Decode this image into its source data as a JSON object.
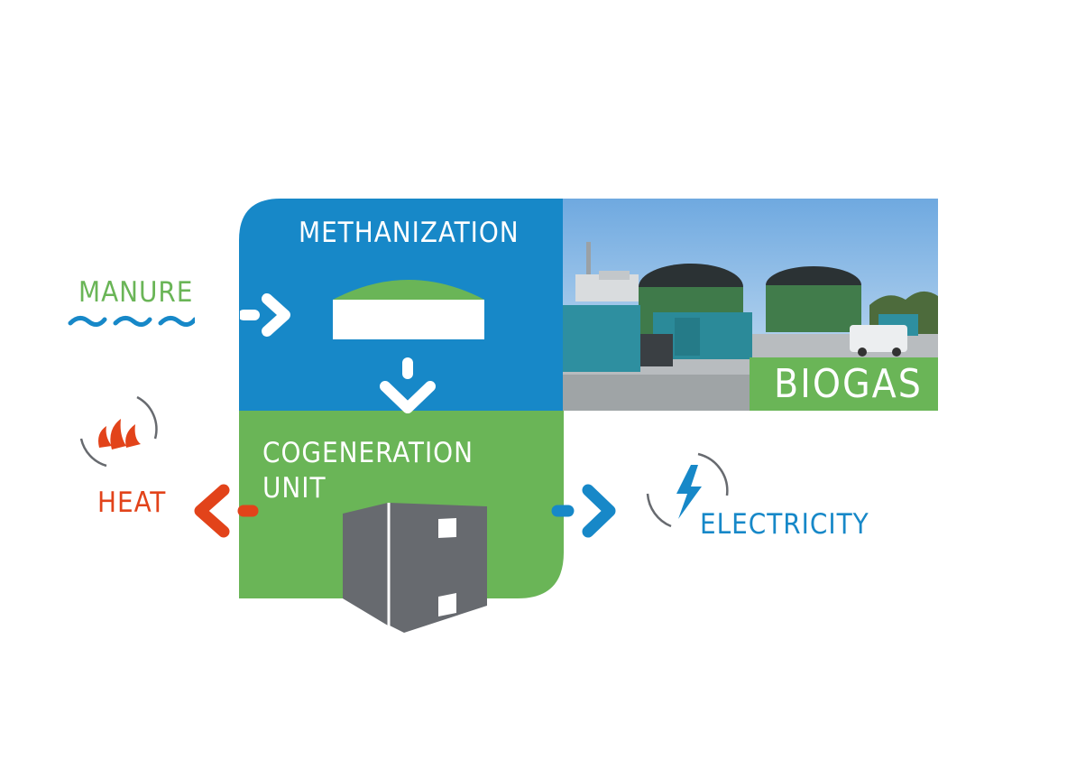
{
  "diagram": {
    "labels": {
      "manure": "MANURE",
      "methanization": "METHANIZATION",
      "cogeneration_line1": "COGENERATION",
      "cogeneration_line2": "UNIT",
      "biogas": "BIOGAS",
      "heat": "HEAT",
      "electricity": "ELECTRICITY"
    },
    "icons": [
      "wave-icon",
      "arrow-right-icon",
      "digester-tank-icon",
      "arrow-down-icon",
      "flame-icon",
      "arrow-left-icon",
      "engine-container-icon",
      "lightning-bolt-icon",
      "biogas-plant-photo"
    ],
    "colors": {
      "blue": "#1788c8",
      "green": "#6ab557",
      "orange": "#e2431a",
      "gray": "#676a6f",
      "white": "#ffffff"
    }
  }
}
